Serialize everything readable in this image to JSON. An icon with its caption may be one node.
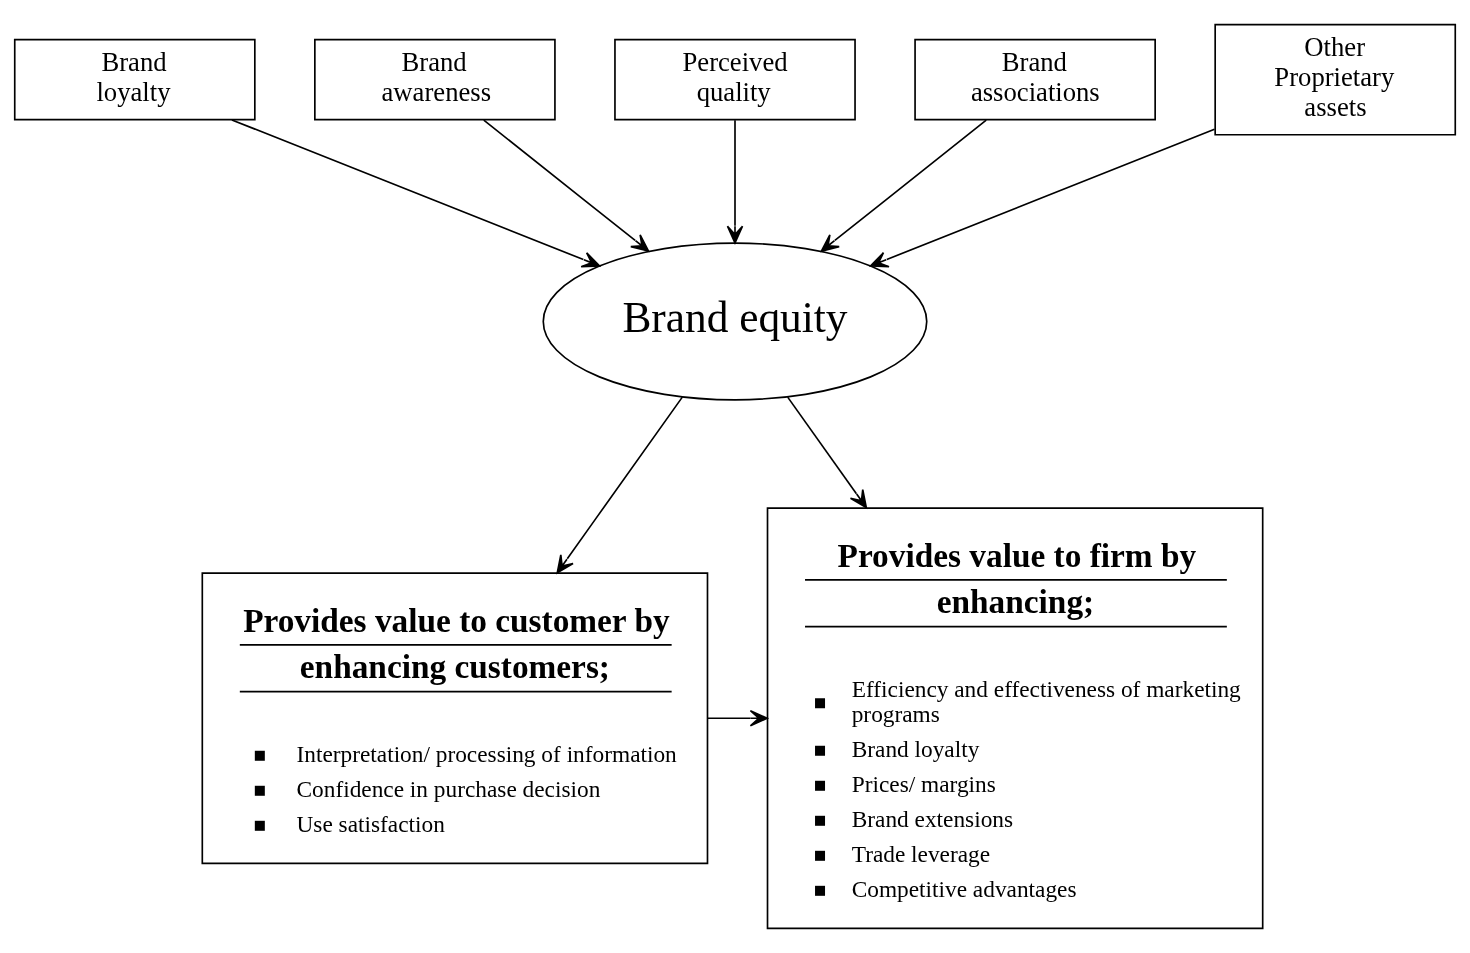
{
  "diagram": {
    "nodes": [
      {
        "text": [
          "Brand loyalty"
        ]
      },
      {
        "text": [
          "Brand awareness"
        ]
      },
      {
        "text": [
          "Perceived quality"
        ]
      },
      {
        "text": [
          "Brand associations"
        ]
      },
      {
        "text": [
          "Other Proprietary assets"
        ]
      },
      {
        "text": [
          "Brand equity"
        ]
      },
      {
        "text": [
          "Provides value to customer by enhancing customers;",
          "Interpretation/ processing of information",
          "Confidence in purchase decision",
          "Use satisfaction"
        ]
      },
      {
        "text": [
          "Provides value to firm by enhancing;",
          "Efficiency and effectiveness of marketing programs",
          "Brand loyalty",
          "Prices/ margins",
          "Brand extensions",
          "Trade leverage",
          "Competitive advantages"
        ]
      }
    ],
    "edges": [
      {
        "from": 0,
        "to": 5,
        "arrow": "to"
      },
      {
        "from": 1,
        "to": 5,
        "arrow": "to"
      },
      {
        "from": 2,
        "to": 5,
        "arrow": "to"
      },
      {
        "from": 3,
        "to": 5,
        "arrow": "to"
      },
      {
        "from": 4,
        "to": 5,
        "arrow": "to"
      },
      {
        "from": 5,
        "to": 6,
        "arrow": "to"
      },
      {
        "from": 5,
        "to": 7,
        "arrow": "to"
      },
      {
        "from": 6,
        "to": 7,
        "arrow": "to"
      }
    ]
  }
}
